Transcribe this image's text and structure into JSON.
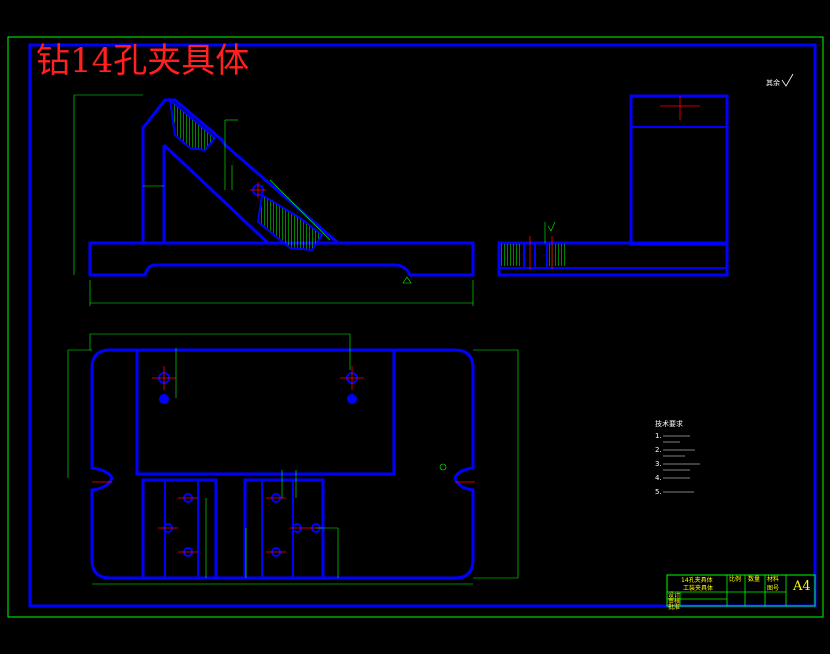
{
  "drawing": {
    "title": "钻14孔夹具体",
    "roughness_note": "其余",
    "technical_notes": [
      "技术要求",
      "1.",
      "2.",
      "3.",
      "4.",
      "5."
    ],
    "title_block": {
      "part_name_line1": "14孔夹具体",
      "part_name_line2": "工装夹具体",
      "cell_a": "比例",
      "cell_b": "数量",
      "cell_c": "材料",
      "cell_d": "图号",
      "sheet_size": "A4",
      "row_labels": [
        "设计",
        "审核",
        "批准"
      ]
    },
    "colors": {
      "border": "#00ff00",
      "outline": "#0000ff",
      "title": "#ff2020",
      "centerline": "#ff0000",
      "hatch": "#00ff00",
      "dimension": "#00ff00"
    }
  }
}
